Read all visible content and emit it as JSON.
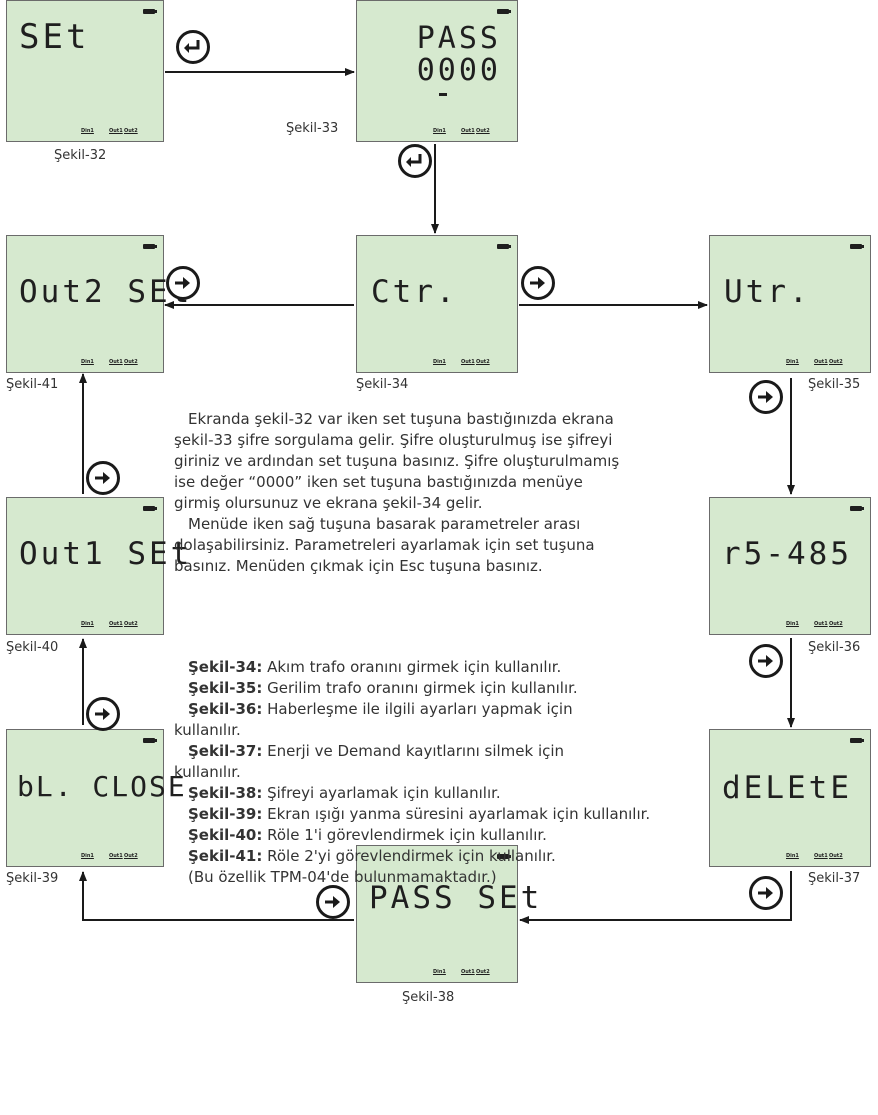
{
  "displays": {
    "s32": {
      "text": "SEt",
      "caption": "Şekil-32"
    },
    "s33": {
      "line1": "PASS",
      "line2": "0000",
      "caption": "Şekil-33"
    },
    "s34": {
      "text": "Ctr.",
      "caption": "Şekil-34"
    },
    "s35": {
      "text": "Utr.",
      "caption": "Şekil-35"
    },
    "s36": {
      "text": "r5-485",
      "caption": "Şekil-36"
    },
    "s37": {
      "text": "dELEtE",
      "caption": "Şekil-37"
    },
    "s38": {
      "text": "PASS SEt",
      "caption": "Şekil-38"
    },
    "s39": {
      "text": "bL. CLOSE",
      "caption": "Şekil-39"
    },
    "s40": {
      "text": "Out1 SEt",
      "caption": "Şekil-40"
    },
    "s41": {
      "text": "Out2 SEt",
      "caption": "Şekil-41"
    }
  },
  "indicators": {
    "din": "Din1",
    "out1": "Out1",
    "out2": "Out2"
  },
  "icons": {
    "enter": "enter-icon",
    "right": "right-arrow-icon"
  },
  "colors": {
    "lcd_bg": "#d6e9cf",
    "line": "#1a1a1a"
  },
  "intro": [
    "Ekranda şekil-32 var iken set tuşuna bastığınızda ekrana",
    "şekil-33 şifre sorgulama gelir. Şifre oluşturulmuş ise şifreyi",
    "giriniz ve ardından set tuşuna basınız. Şifre oluşturulmamış",
    "ise değer “0000” iken set tuşuna bastığınızda menüye",
    "girmiş olursunuz ve ekrana şekil-34 gelir.",
    "Menüde iken sağ tuşuna basarak parametreler arası",
    "dolaşabilirsiniz. Parametreleri ayarlamak için set tuşuna",
    "basınız. Menüden çıkmak için Esc tuşuna basınız."
  ],
  "descriptions": [
    {
      "label": "Şekil-34:",
      "text": " Akım trafo oranını girmek için kullanılır."
    },
    {
      "label": "Şekil-35:",
      "text": " Gerilim trafo oranını girmek için kullanılır."
    },
    {
      "label": "Şekil-36:",
      "text": " Haberleşme ile ilgili ayarları yapmak için"
    },
    {
      "label": "",
      "text": "kullanılır."
    },
    {
      "label": "Şekil-37:",
      "text": " Enerji ve Demand kayıtlarını silmek için"
    },
    {
      "label": "",
      "text": "kullanılır."
    },
    {
      "label": "Şekil-38:",
      "text": " Şifreyi ayarlamak için kullanılır."
    },
    {
      "label": "Şekil-39:",
      "text": " Ekran ışığı yanma süresini ayarlamak için kullanılır."
    },
    {
      "label": "Şekil-40:",
      "text": " Röle 1'i görevlendirmek için kullanılır."
    },
    {
      "label": "Şekil-41:",
      "text": " Röle 2'yi görevlendirmek için kullanılır."
    },
    {
      "label": "",
      "text": "(Bu özellik TPM-04'de bulunmamaktadır.)"
    }
  ]
}
